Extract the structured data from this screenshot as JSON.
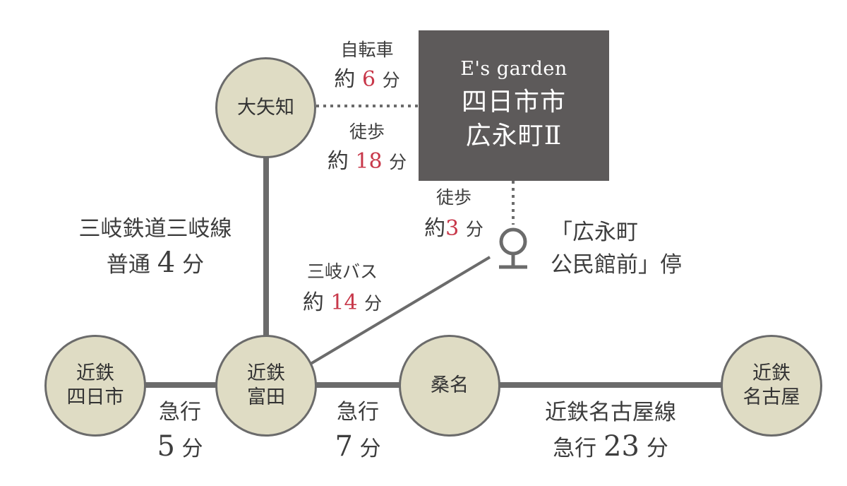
{
  "stations": {
    "oyachi": "大矢知",
    "yokkaichi": [
      "近鉄",
      "四日市"
    ],
    "tomida": [
      "近鉄",
      "富田"
    ],
    "kuwana": "桑名",
    "nagoya": [
      "近鉄",
      "名古屋"
    ]
  },
  "destination": {
    "brand": "E's garden",
    "address": [
      "四日市市",
      "広永町Ⅱ"
    ]
  },
  "bus_stop": [
    "「広永町",
    "公民館前」停"
  ],
  "routes": {
    "bike": {
      "mode": "自転車",
      "prefix": "約",
      "minutes": "6",
      "unit": "分"
    },
    "walk_oyachi": {
      "mode": "徒歩",
      "prefix": "約",
      "minutes": "18",
      "unit": "分"
    },
    "walk_bus": {
      "mode": "徒歩",
      "prefix": "約",
      "minutes": "3",
      "unit": "分"
    },
    "sangi_line": {
      "line": "三岐鉄道三岐線",
      "service": "普通",
      "minutes": "4",
      "unit": "分"
    },
    "sangi_bus": {
      "mode": "三岐バス",
      "prefix": "約",
      "minutes": "14",
      "unit": "分"
    },
    "yokkaichi_tomida": {
      "service": "急行",
      "minutes": "5",
      "unit": "分"
    },
    "tomida_kuwana": {
      "service": "急行",
      "minutes": "7",
      "unit": "分"
    },
    "nagoya_line": {
      "line": "近鉄名古屋線",
      "service": "急行",
      "minutes": "23",
      "unit": "分"
    }
  },
  "colors": {
    "track": "#6b6b6b",
    "station_fill": "#dfdcc4",
    "destination_box": "#5d5a5a",
    "highlight": "#c8384a"
  }
}
